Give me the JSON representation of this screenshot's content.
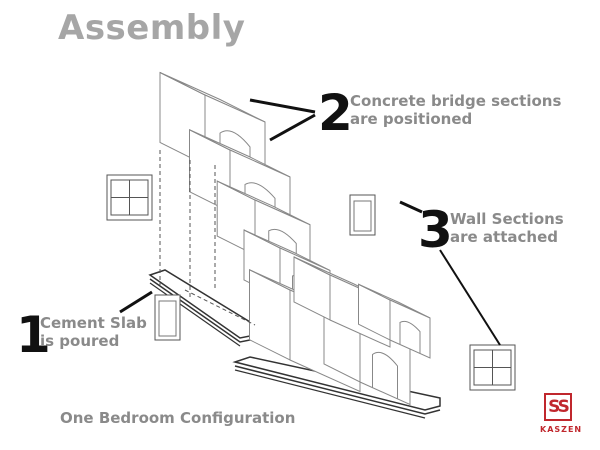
{
  "title": "Assembly",
  "steps": [
    {
      "number": "1",
      "line1": "Cement Slab",
      "line2": "is poured"
    },
    {
      "number": "2",
      "line1": "Concrete bridge sections",
      "line2": "are positioned"
    },
    {
      "number": "3",
      "line1": "Wall Sections",
      "line2": "are attached"
    }
  ],
  "caption": "One Bedroom Configuration",
  "logo": {
    "mark": "SS",
    "text": "KASZEN",
    "color": "#c0272d"
  }
}
